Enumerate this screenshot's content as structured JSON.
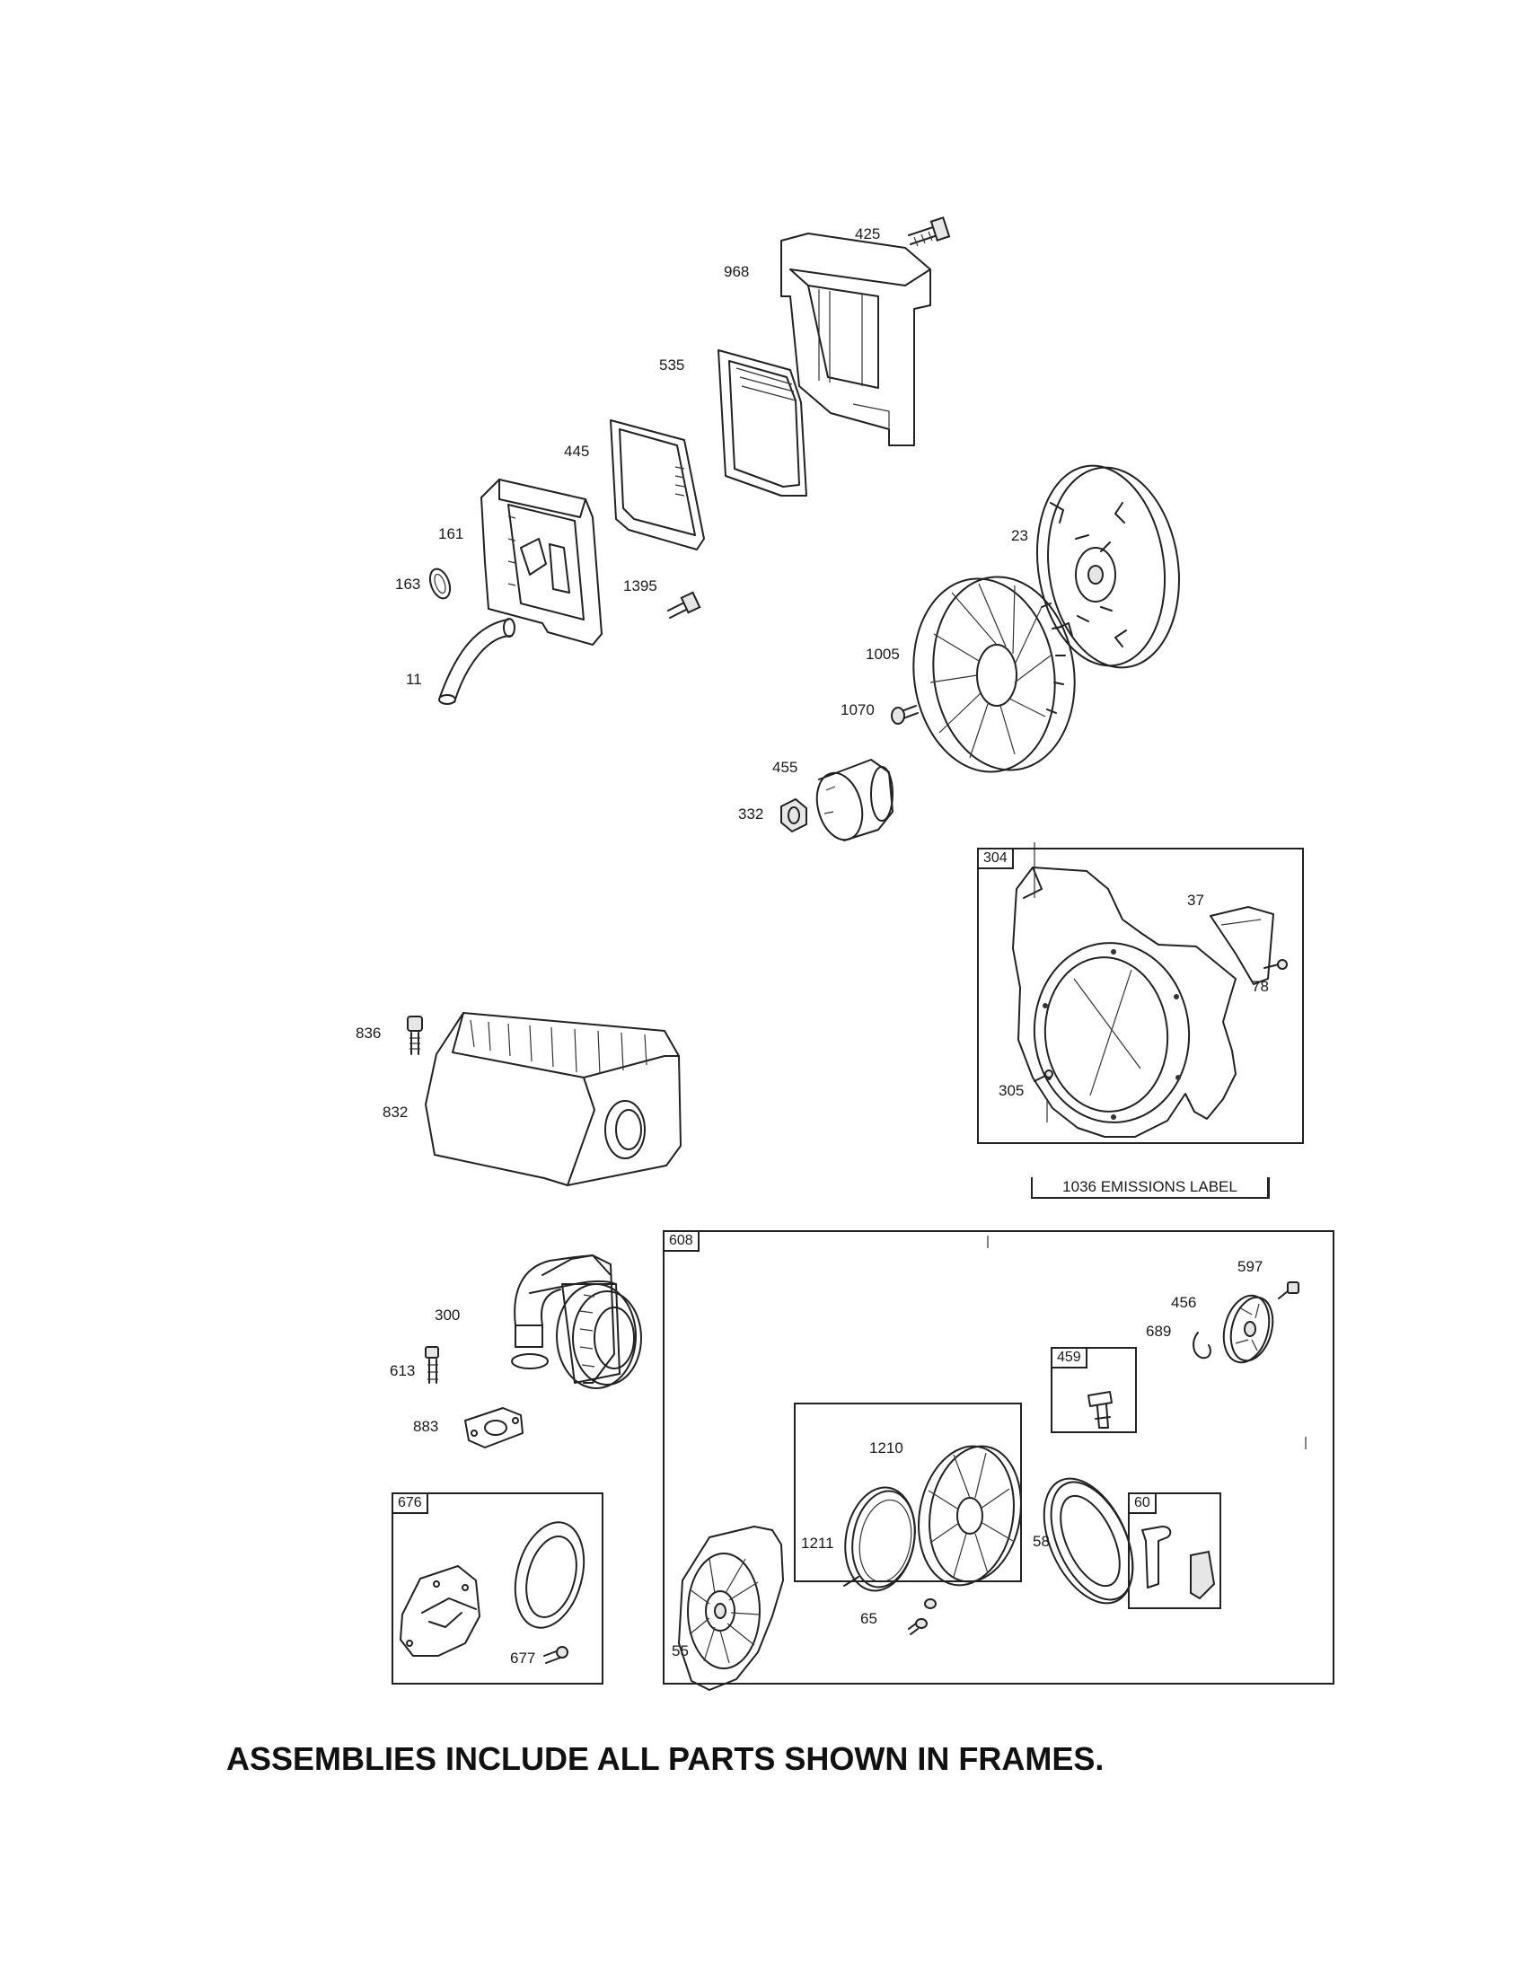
{
  "parts": {
    "p425": "425",
    "p968": "968",
    "p535": "535",
    "p445": "445",
    "p161": "161",
    "p163": "163",
    "p1395": "1395",
    "p11": "11",
    "p23": "23",
    "p1005": "1005",
    "p1070": "1070",
    "p455": "455",
    "p332": "332",
    "p37": "37",
    "p78": "78",
    "p305": "305",
    "p836": "836",
    "p832": "832",
    "p300": "300",
    "p613": "613",
    "p883": "883",
    "p597": "597",
    "p456": "456",
    "p689": "689",
    "p1210": "1210",
    "p1211": "1211",
    "p58": "58",
    "p55": "55",
    "p65": "65",
    "p677": "677"
  },
  "frames": {
    "f304": "304",
    "f608": "608",
    "f459": "459",
    "f60": "60",
    "f676": "676"
  },
  "emissions_label": "1036 EMISSIONS LABEL",
  "footer_note": "ASSEMBLIES INCLUDE ALL PARTS SHOWN IN FRAMES."
}
